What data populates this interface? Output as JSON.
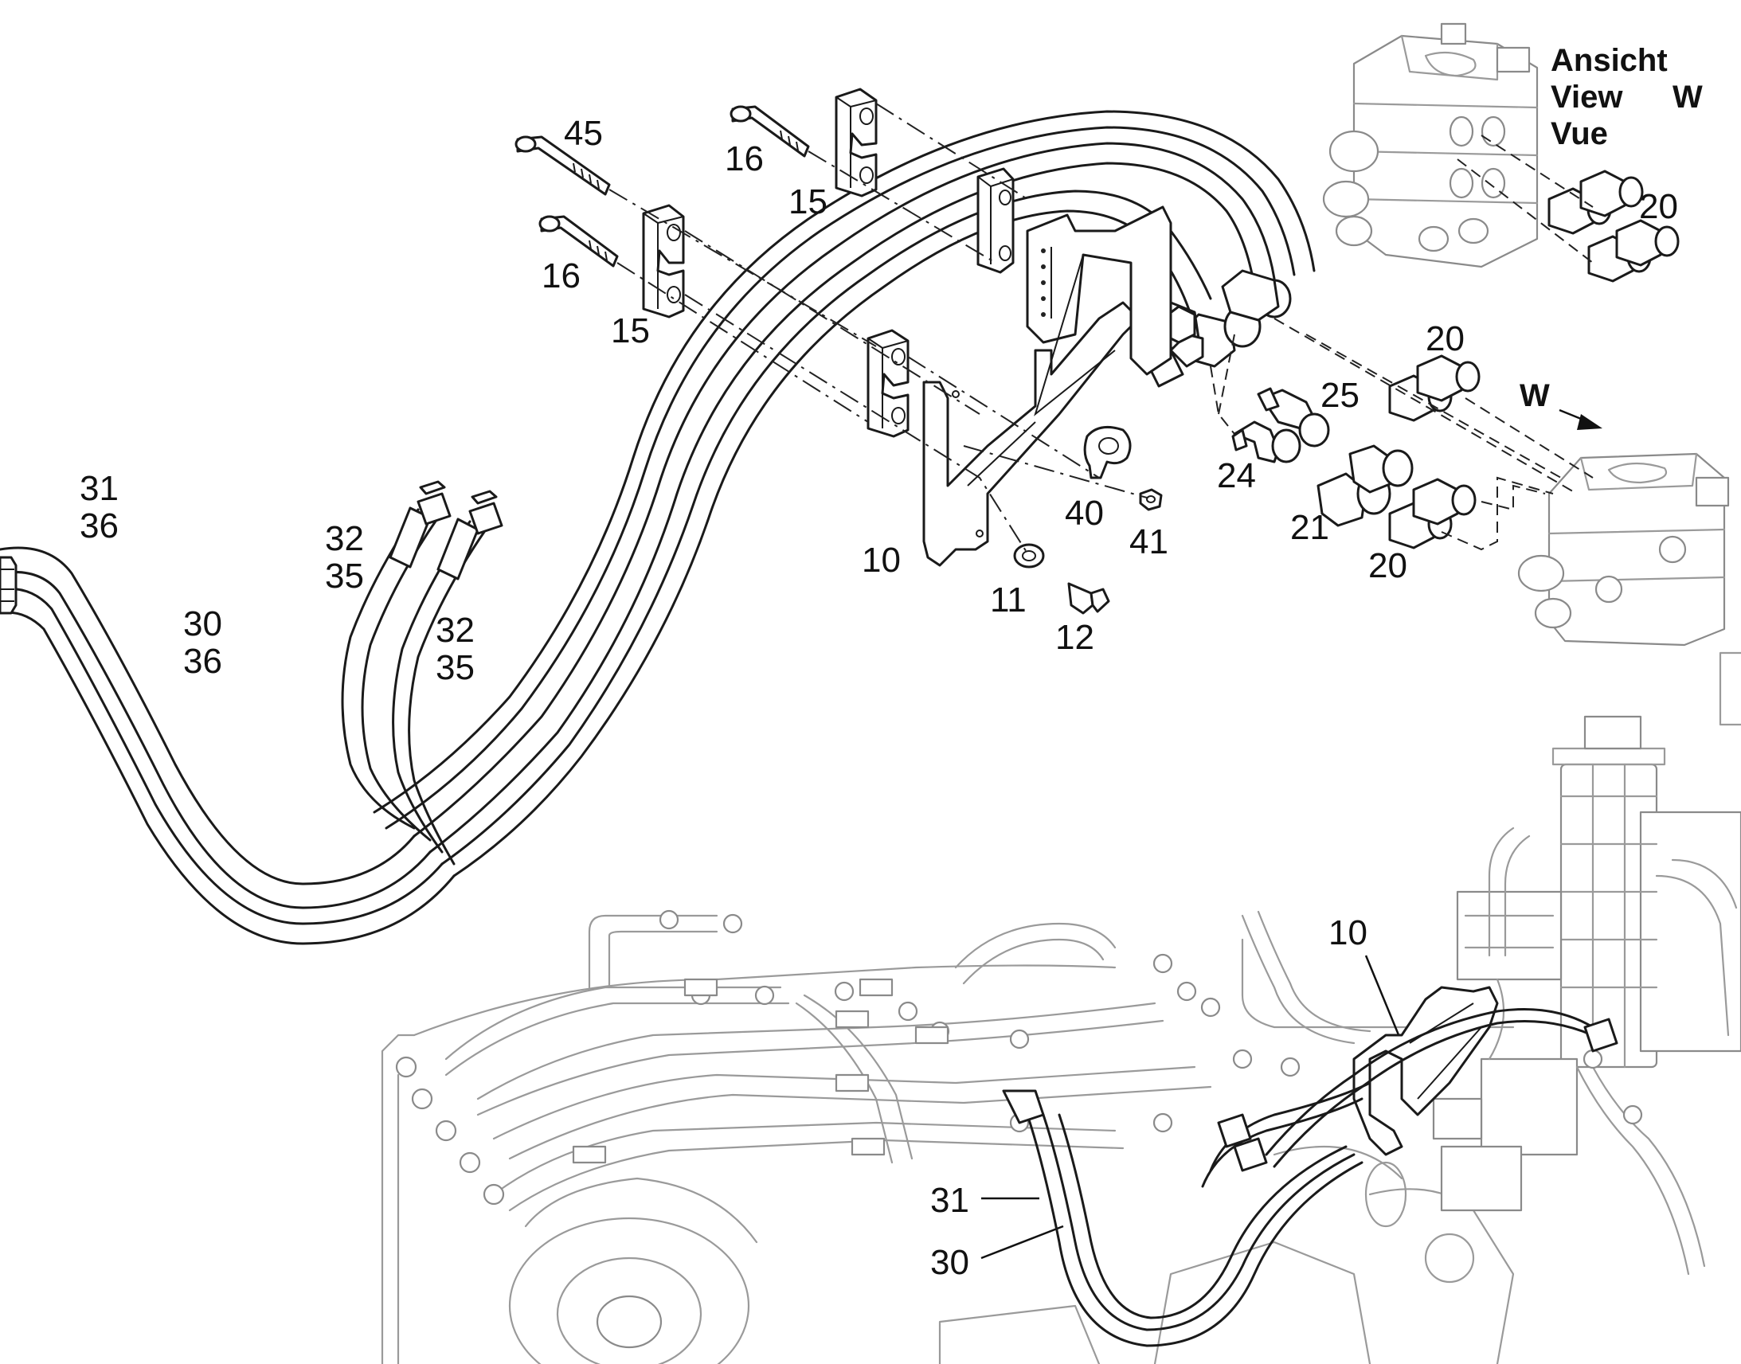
{
  "view_label": {
    "de": "Ansicht",
    "en": "View",
    "fr": "Vue",
    "letter": "W",
    "arrow_letter": "W"
  },
  "callouts": {
    "c45": "45",
    "c16a": "16",
    "c16b": "16",
    "c15a": "15",
    "c15b": "15",
    "c20a": "20",
    "c20b": "20",
    "c20c": "20",
    "c25": "25",
    "c24": "24",
    "c21": "21",
    "c40": "40",
    "c41": "41",
    "c10": "10",
    "c11": "11",
    "c12": "12",
    "c31a": "31",
    "c36a": "36",
    "c30a": "30",
    "c36b": "36",
    "c32a": "32",
    "c35a": "35",
    "c32b": "32",
    "c35b": "35",
    "c10b": "10",
    "c31b": "31",
    "c30b": "30"
  }
}
